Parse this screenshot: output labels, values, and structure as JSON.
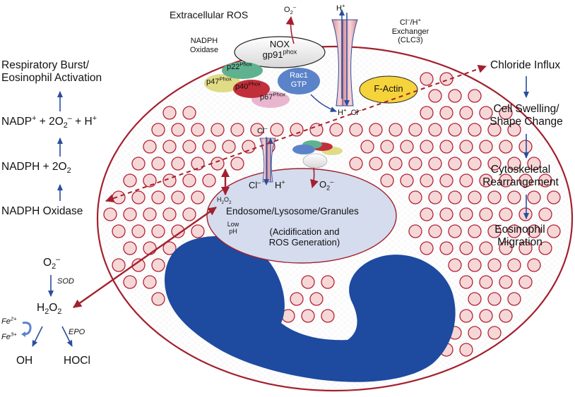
{
  "extracellular_ros": "Extracellular ROS",
  "o2_top": [
    "O",
    "2",
    "–"
  ],
  "nadph_oxidase_label": [
    "NADPH",
    "Oxidase"
  ],
  "nox": "NOX",
  "gp91": [
    "gp91",
    "phox"
  ],
  "p22": [
    "p22",
    "Phox"
  ],
  "p47": [
    "p47",
    "Phox"
  ],
  "p40": [
    "p40",
    "Phox"
  ],
  "p67": [
    "p67",
    "Phox"
  ],
  "rac1": [
    "Rac1",
    "GTP"
  ],
  "h_plus_top": [
    "H",
    "+"
  ],
  "clc3": [
    "Cl",
    "–",
    "/H",
    "+",
    "Exchanger",
    "(CLC3)"
  ],
  "factin": "F-Actin",
  "hcl_bottom": [
    "H",
    "+",
    "Cl",
    "–"
  ],
  "left_chain": {
    "burst": [
      "Respiratory Burst/",
      "Eosinophil Activation"
    ],
    "nadp": [
      "NADP",
      "+",
      " + 2O",
      "2",
      "–",
      " + H",
      "+"
    ],
    "nadph": [
      "NADPH + 2O",
      "2"
    ],
    "oxidase": "NADPH Oxidase"
  },
  "right_chain": [
    "Chloride Influx",
    [
      "Cell Swelling/",
      "Shape Change"
    ],
    [
      "Cytoskeletal",
      "Rearrangement"
    ],
    [
      "Eosinophil",
      "Migration"
    ]
  ],
  "endosome": {
    "cl_top": [
      "Cl",
      "–"
    ],
    "cl": [
      "Cl",
      "–"
    ],
    "h": [
      "H",
      "+"
    ],
    "o2": [
      "O",
      "2",
      "–"
    ],
    "h2o2": [
      "H",
      "2",
      "O",
      "2"
    ],
    "title": "Endosome/Lysosome/Granules",
    "lowph": [
      "Low",
      "pH"
    ],
    "sub": [
      "(Acidification and",
      "ROS Generation)"
    ]
  },
  "ros_chain": {
    "o2": [
      "O",
      "2",
      "–"
    ],
    "sod": "SOD",
    "h2o2": [
      "H",
      "2",
      "O",
      "2"
    ],
    "fe2": [
      "Fe",
      "2+"
    ],
    "fe3": [
      "Fe",
      "3+"
    ],
    "epo": "EPO",
    "oh": "OH",
    "hocl": "HOCl"
  },
  "colors": {
    "cell_border": "#a3202e",
    "granule_fill": "#f6d7d8",
    "granule_border": "#b42434",
    "endosome_fill": "#d4dcee",
    "nucleus": "#1e4aa0",
    "arrow_blue": "#2a4d9c",
    "arrow_red": "#a3202e",
    "factin": "#f5d33b",
    "rac1": "#5b83c9",
    "p22": "#5fb28f",
    "p47": "#e0db85",
    "p40": "#c12f3a",
    "p67": "#e8b7cf"
  }
}
